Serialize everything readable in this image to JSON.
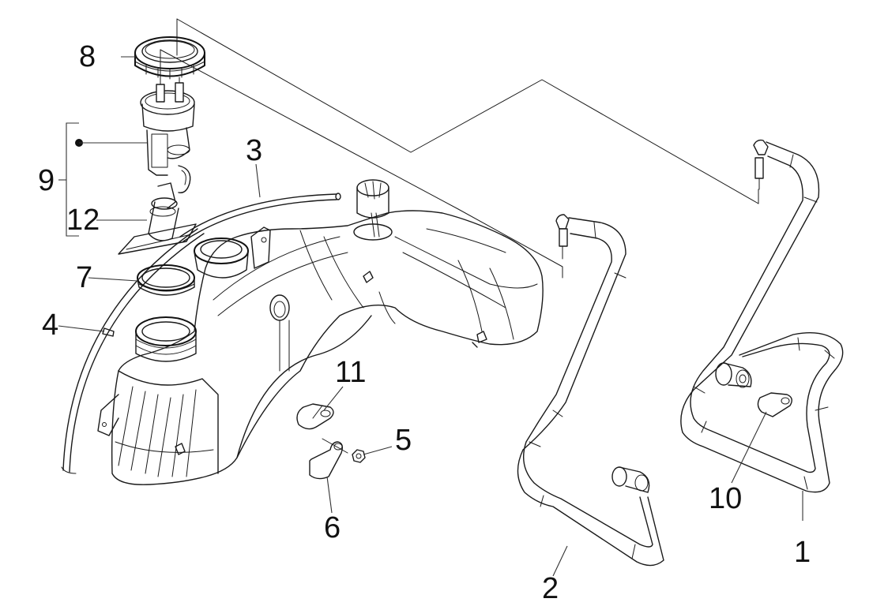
{
  "diagram": {
    "subject": "Fuel tank assembly exploded parts view",
    "callouts": [
      {
        "id": "1",
        "label": "1"
      },
      {
        "id": "2",
        "label": "2"
      },
      {
        "id": "3",
        "label": "3"
      },
      {
        "id": "4",
        "label": "4"
      },
      {
        "id": "5",
        "label": "5"
      },
      {
        "id": "6",
        "label": "6"
      },
      {
        "id": "7",
        "label": "7"
      },
      {
        "id": "8",
        "label": "8"
      },
      {
        "id": "9",
        "label": "9"
      },
      {
        "id": "10",
        "label": "10"
      },
      {
        "id": "11",
        "label": "11"
      },
      {
        "id": "12",
        "label": "12"
      }
    ],
    "parts": {
      "breather_hose_right": "1",
      "breather_hose_left": "2",
      "hose_small": "3",
      "hose_clip": "4",
      "nut": "5",
      "clamp_lower": "6",
      "seal_ring": "7",
      "ring_nut": "8",
      "fuel_pump_group": "9",
      "clamp_right": "10",
      "clamp_upper": "11",
      "fuel_filter": "12"
    }
  }
}
